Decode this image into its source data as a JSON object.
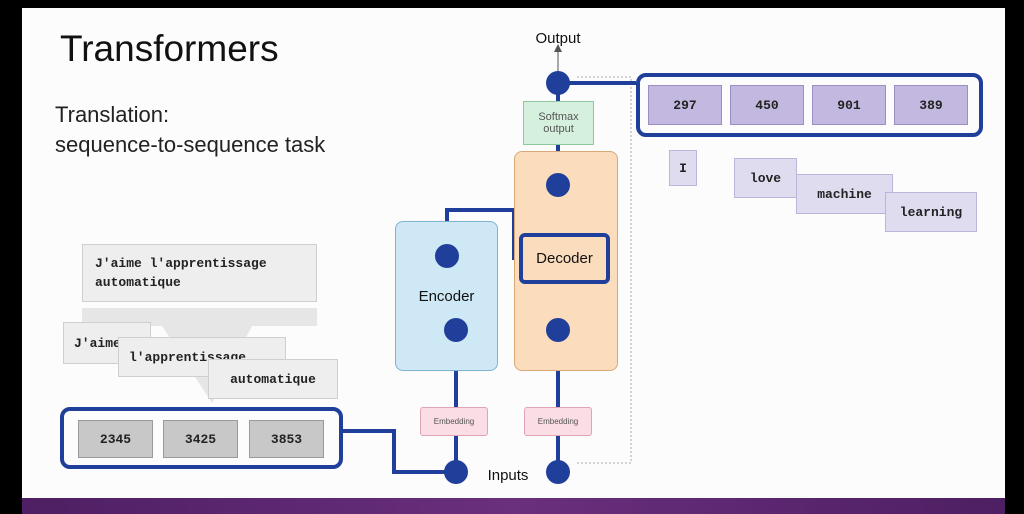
{
  "title": "Transformers",
  "subtitle_line1": "Translation:",
  "subtitle_line2": "sequence-to-sequence task",
  "source_sentence": "J'aime l'apprentissage automatique",
  "source_tokens": [
    "J'aime",
    "l'apprentissage",
    "automatique"
  ],
  "input_ids": [
    "2345",
    "3425",
    "3853"
  ],
  "output_ids": [
    "297",
    "450",
    "901",
    "389"
  ],
  "output_words": [
    "I",
    "love",
    "machine",
    "learning"
  ],
  "labels": {
    "output": "Output",
    "softmax": "Softmax output",
    "decoder": "Decoder",
    "encoder": "Encoder",
    "embedding": "Embedding",
    "inputs": "Inputs"
  },
  "colors": {
    "accent": "#1f3f9a",
    "encoder_fill": "#cfe8f6",
    "decoder_fill": "#fbdcbd",
    "softmax_fill": "#d6f0de",
    "embedding_fill": "#fadde5",
    "purple_token": "#c3b8e0",
    "gray_token": "#c8c8c8"
  }
}
